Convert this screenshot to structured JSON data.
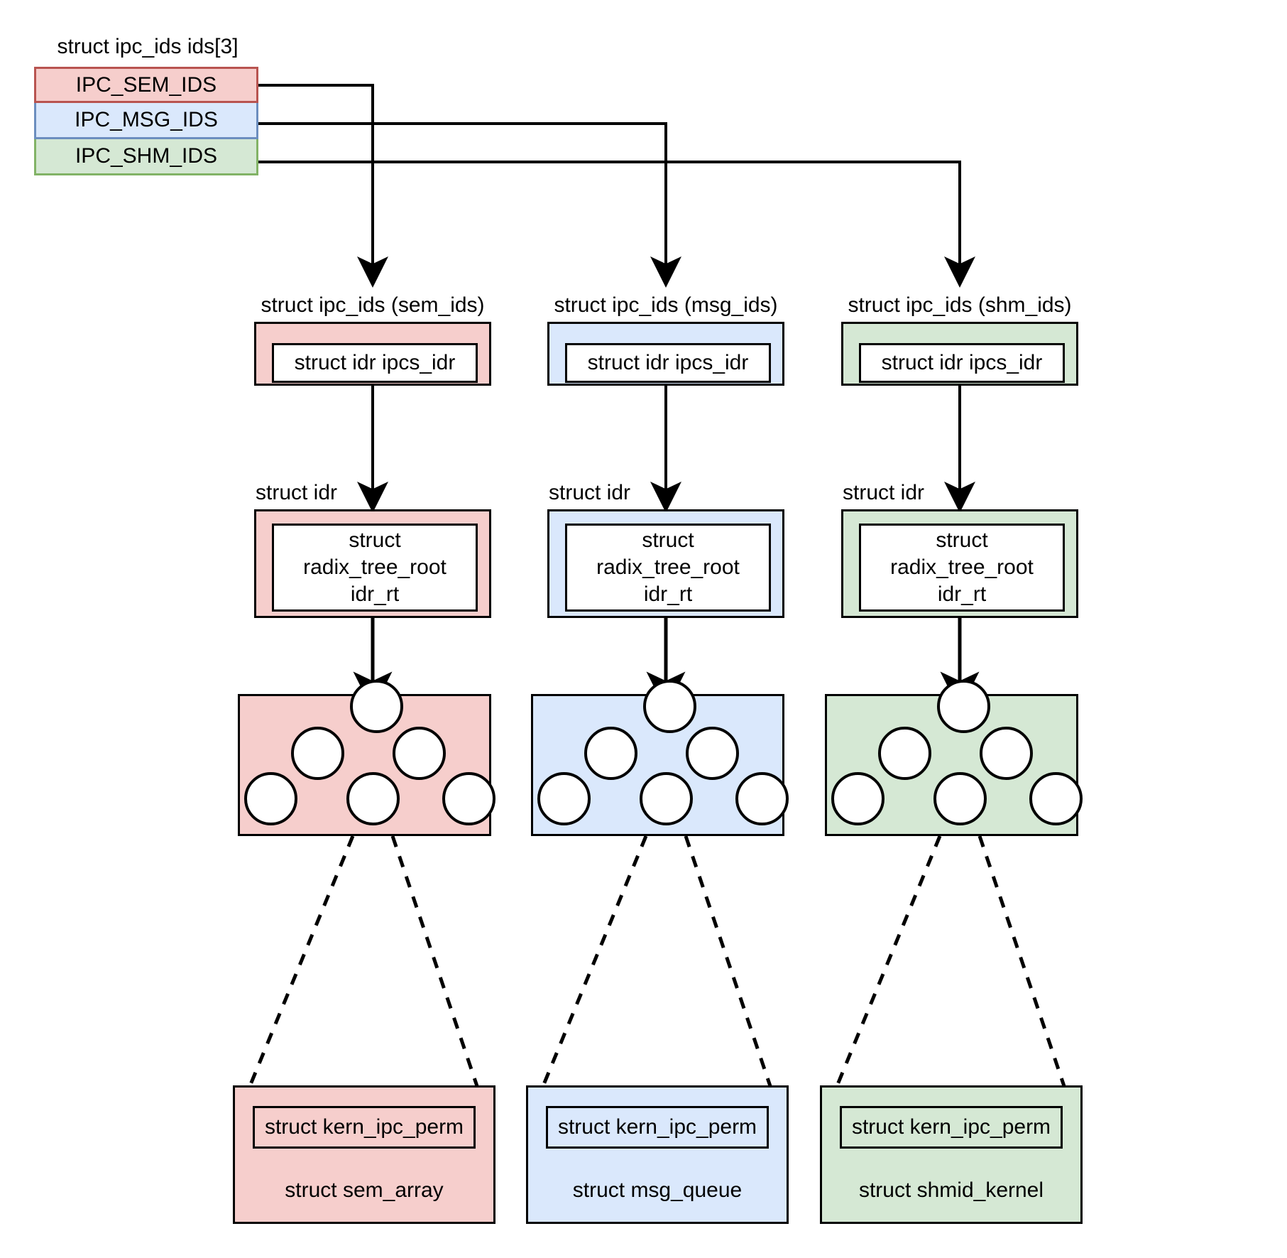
{
  "diagram": {
    "title_ids_array": "struct ipc_ids ids[3]",
    "palette": {
      "sem_fill": "#f6cecc",
      "sem_stroke": "#b85450",
      "msg_fill": "#dae8fc",
      "msg_stroke": "#6c8ebf",
      "shm_fill": "#d5e8d4",
      "shm_stroke": "#82b366",
      "line": "#000000",
      "node_fill": "#ffffff"
    },
    "ids_rows": [
      {
        "label": "IPC_SEM_IDS",
        "variant": "sem"
      },
      {
        "label": "IPC_MSG_IDS",
        "variant": "msg"
      },
      {
        "label": "IPC_SHM_IDS",
        "variant": "shm"
      }
    ],
    "columns": [
      {
        "variant": "sem",
        "ipc_ids_label": "struct ipc_ids (sem_ids)",
        "ipcs_idr_label": "struct idr ipcs_idr",
        "idr_label": "struct idr",
        "radix_root_label": "struct\nradix_tree_root\nidr_rt",
        "radix_root_line1": "struct",
        "radix_root_line2": "radix_tree_root",
        "radix_root_line3": "idr_rt",
        "perm_label": "struct kern_ipc_perm",
        "leaf_label": "struct sem_array"
      },
      {
        "variant": "msg",
        "ipc_ids_label": "struct ipc_ids (msg_ids)",
        "ipcs_idr_label": "struct idr ipcs_idr",
        "idr_label": "struct idr",
        "radix_root_label": "struct\nradix_tree_root\nidr_rt",
        "radix_root_line1": "struct",
        "radix_root_line2": "radix_tree_root",
        "radix_root_line3": "idr_rt",
        "perm_label": "struct kern_ipc_perm",
        "leaf_label": "struct msg_queue"
      },
      {
        "variant": "shm",
        "ipc_ids_label": "struct ipc_ids (shm_ids)",
        "ipcs_idr_label": "struct idr ipcs_idr",
        "idr_label": "struct idr",
        "radix_root_label": "struct\nradix_tree_root\nidr_rt",
        "radix_root_line1": "struct",
        "radix_root_line2": "radix_tree_root",
        "radix_root_line3": "idr_rt",
        "perm_label": "struct kern_ipc_perm",
        "leaf_label": "struct shmid_kernel"
      }
    ],
    "tree": {
      "node_count": 6,
      "description": "radix tree nodes"
    }
  }
}
